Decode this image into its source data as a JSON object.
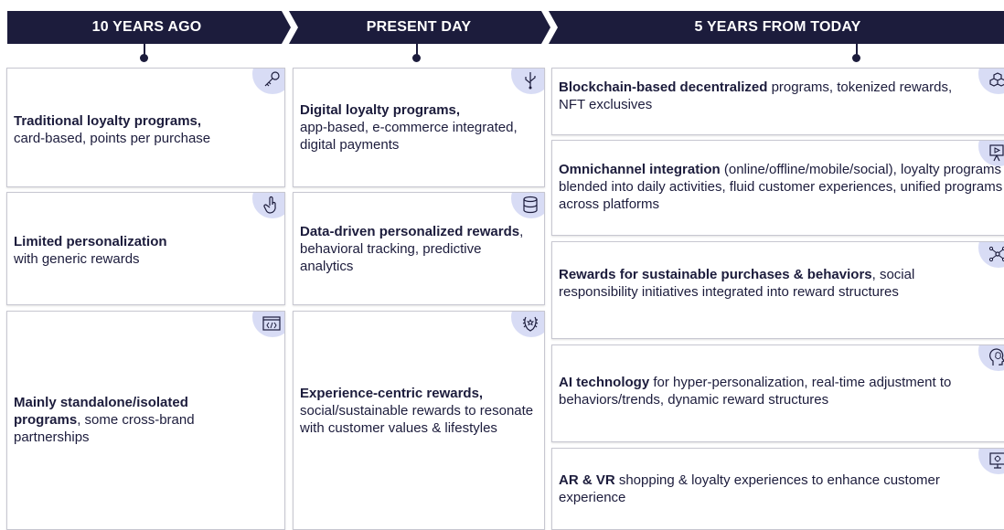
{
  "headers": [
    "10 YEARS AGO",
    "PRESENT DAY",
    "5 YEARS FROM TODAY"
  ],
  "colors": {
    "navy": "#1c1c3c",
    "badge": "#d8dcf5",
    "border": "#c7c7d1"
  },
  "col1": [
    {
      "bold": "Traditional loyalty programs,",
      "rest": "card-based, points per purchase",
      "icon": "key-icon"
    },
    {
      "bold": "Limited personalization",
      "rest": "with generic rewards",
      "icon": "hand-pointer-icon"
    },
    {
      "bold": "Mainly standalone/isolated programs",
      "rest": ", some cross-brand partnerships",
      "icon": "code-window-icon"
    }
  ],
  "col2": [
    {
      "bold": "Digital loyalty programs,",
      "rest": "app-based, e-commerce integrated, digital payments",
      "icon": "usb-icon"
    },
    {
      "bold": "Data-driven personalized rewards",
      "rest": ", behavioral tracking, predictive analytics",
      "icon": "database-icon"
    },
    {
      "bold": "Experience-centric rewards,",
      "rest": "social/sustainable rewards to resonate with customer values & lifestyles",
      "icon": "laurel-icon"
    }
  ],
  "col3": [
    {
      "bold": "Blockchain-based decentralized",
      "rest": " programs, tokenized rewards, NFT exclusives",
      "icon": "cubes-icon"
    },
    {
      "bold": "Omnichannel integration",
      "rest": " (online/offline/mobile/social), loyalty programs blended into daily activities, fluid customer experiences, unified programs across platforms",
      "icon": "presentation-icon"
    },
    {
      "bold": "Rewards for sustainable purchases & behaviors",
      "rest": ", social responsibility initiatives integrated into reward structures",
      "icon": "network-icon"
    },
    {
      "bold": "AI technology",
      "rest": " for hyper-personalization, real-time adjustment to behaviors/trends, dynamic reward structures",
      "icon": "ai-head-icon"
    },
    {
      "bold": "AR & VR",
      "rest": " shopping & loyalty experiences to enhance customer experience",
      "icon": "vr-monitor-icon"
    }
  ]
}
